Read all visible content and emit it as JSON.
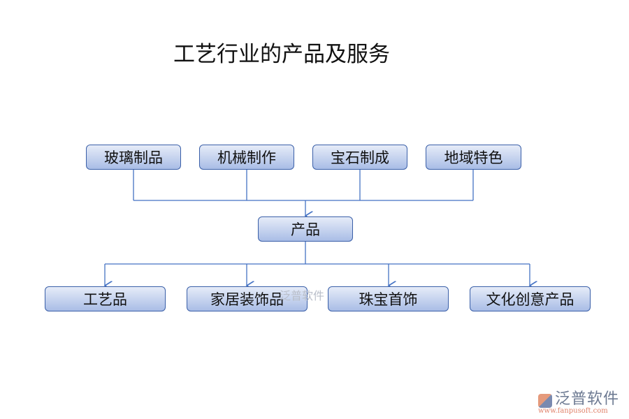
{
  "title": "工艺行业的产品及服务",
  "top_row": [
    "玻璃制品",
    "机械制作",
    "宝石制成",
    "地域特色"
  ],
  "center": "产品",
  "bottom_row": [
    "工艺品",
    "家居装饰品",
    "珠宝首饰",
    "文化创意产品"
  ],
  "colors": {
    "line": "#4472c4",
    "box_border": "#3a5fa8"
  },
  "watermark": "泛普软件",
  "logo": {
    "name": "泛普软件",
    "url": "www.fanpusoft.com"
  }
}
